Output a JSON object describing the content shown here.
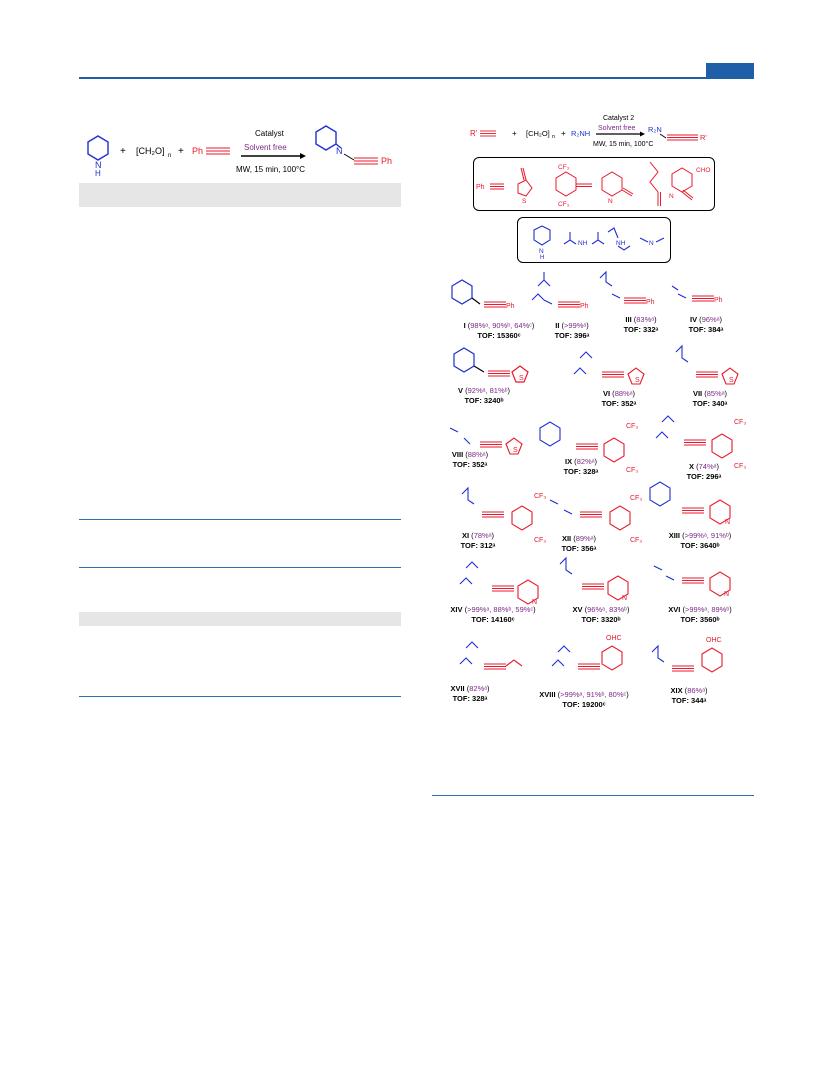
{
  "colors": {
    "accent": "#1f5fa8",
    "amine": "#1f2fd0",
    "alkyne": "#e8192c",
    "yield": "#7b2a86"
  },
  "left_scheme": {
    "plus1": "+",
    "plus2": "+",
    "paraform": "[CH₂O]",
    "paraform_sub": "n",
    "ph": "Ph",
    "ph2": "Ph",
    "catalyst": "Catalyst",
    "solvent": "Solvent free",
    "conditions": "MW, 15 min, 100°C",
    "nh": "N",
    "h": "H"
  },
  "right_scheme": {
    "r1": "R'",
    "plus": "+",
    "paraform": "[CH₂O]",
    "paraform_sub": "n",
    "plus2": "+",
    "amine": "R₂NH",
    "catalyst": "Catalyst 2",
    "solvent": "Solvent free",
    "conditions": "MW, 15 min, 100°C",
    "product_r2n": "R₂N",
    "product_r1": "R'",
    "ph": "Ph",
    "cf3": "CF₃",
    "s": "S",
    "n": "N",
    "cho": "CHO",
    "nh": "N",
    "h": "H",
    "nh2": "NH",
    "nh3": "NH",
    "n2": "N"
  },
  "products": [
    {
      "id": "I",
      "yield": "98%ᵃ, 90%ᵇ, 64%ᶜ",
      "tof": "TOF: 15360ᶜ"
    },
    {
      "id": "II",
      "yield": ">99%ᵃ",
      "tof": "TOF: 396ᵃ"
    },
    {
      "id": "III",
      "yield": "83%ᵃ",
      "tof": "TOF: 332ᵃ"
    },
    {
      "id": "IV",
      "yield": "96%ᵃ",
      "tof": "TOF: 384ᵃ"
    },
    {
      "id": "V",
      "yield": "92%ᵃ, 81%ᵇ",
      "tof": "TOF: 3240ᵇ"
    },
    {
      "id": "VI",
      "yield": "88%ᵃ",
      "tof": "TOF: 352ᵃ"
    },
    {
      "id": "VII",
      "yield": "85%ᵃ",
      "tof": "TOF: 340ᵃ"
    },
    {
      "id": "VIII",
      "yield": "88%ᵃ",
      "tof": "TOF: 352ᵃ"
    },
    {
      "id": "IX",
      "yield": "82%ᵃ",
      "tof": "TOF: 328ᵃ"
    },
    {
      "id": "X",
      "yield": "74%ᵃ",
      "tof": "TOF: 296ᵃ"
    },
    {
      "id": "XI",
      "yield": "78%ᵃ",
      "tof": "TOF: 312ᵃ"
    },
    {
      "id": "XII",
      "yield": "89%ᵃ",
      "tof": "TOF: 356ᵃ"
    },
    {
      "id": "XIII",
      "yield": ">99%ᵃ, 91%ᵇ",
      "tof": "TOF: 3640ᵇ"
    },
    {
      "id": "XIV",
      "yield": ">99%ᵃ, 88%ᵇ, 59%ᶜ",
      "tof": "TOF: 14160ᶜ"
    },
    {
      "id": "XV",
      "yield": "96%ᵃ, 83%ᵇ",
      "tof": "TOF: 3320ᵇ"
    },
    {
      "id": "XVI",
      "yield": ">99%ᵃ, 89%ᵇ",
      "tof": "TOF: 3560ᵇ"
    },
    {
      "id": "XVII",
      "yield": "82%ᵃ",
      "tof": "TOF: 328ᵃ"
    },
    {
      "id": "XVIII",
      "yield": ">99%ᵃ, 91%ᵇ, 80%ᶜ",
      "tof": "TOF: 19200ᶜ"
    },
    {
      "id": "XIX",
      "yield": "86%ᵃ",
      "tof": "TOF: 344ᵃ"
    }
  ],
  "struct_labels": {
    "ph": "Ph",
    "s": "S",
    "n": "N",
    "cf3": "CF₃",
    "ohc": "OHC"
  }
}
